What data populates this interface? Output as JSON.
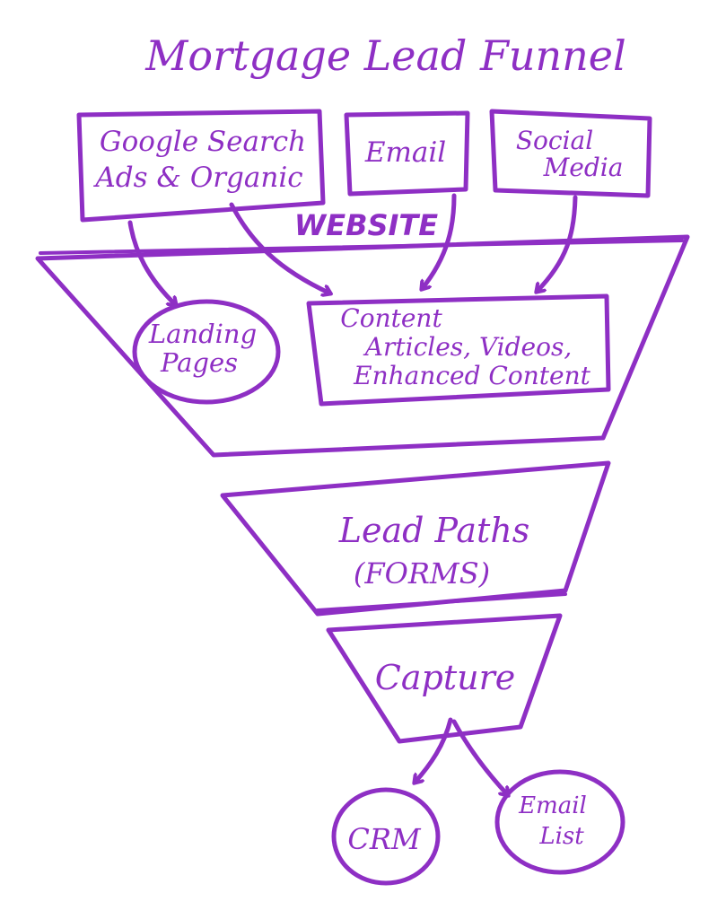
{
  "title": "Mortgage Lead Funnel",
  "sources": [
    {
      "lines": [
        "Google Search",
        "Ads & Organic"
      ]
    },
    {
      "lines": [
        "Email"
      ]
    },
    {
      "lines": [
        "Social",
        "Media"
      ]
    }
  ],
  "website_label": "WEBSITE",
  "website_items": {
    "landing_pages": [
      "Landing",
      "Pages"
    ],
    "content": [
      "Content",
      "Articles, Videos,",
      "Enhanced Content"
    ]
  },
  "stages": {
    "lead_paths": [
      "Lead Paths",
      "(FORMS)"
    ],
    "capture": "Capture"
  },
  "outputs": [
    {
      "lines": [
        "CRM"
      ]
    },
    {
      "lines": [
        "Email",
        "List"
      ]
    }
  ],
  "colors": {
    "ink": "#8e2fc4",
    "background": "#ffffff"
  }
}
